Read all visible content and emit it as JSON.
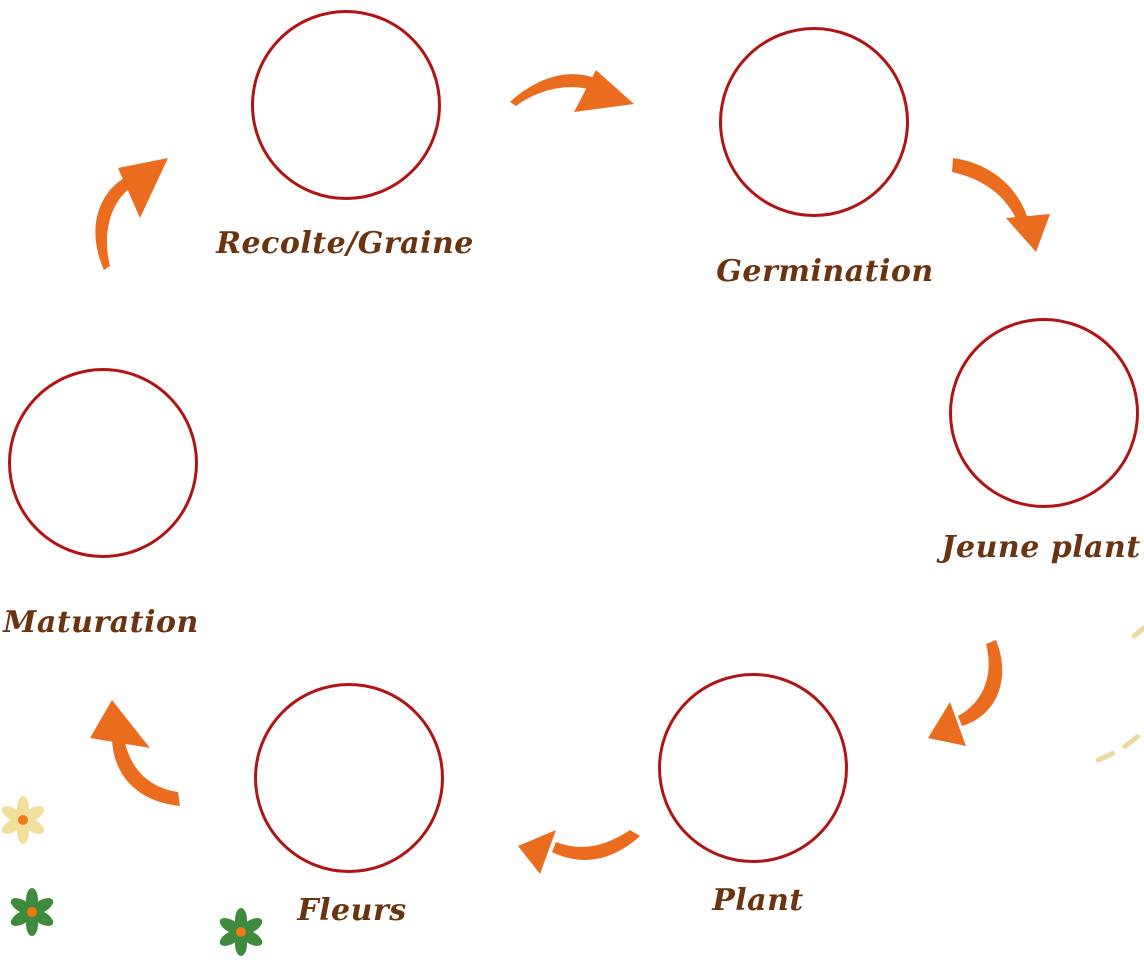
{
  "diagram": {
    "stages": [
      {
        "name": "Recolte/Graine"
      },
      {
        "name": "Germination"
      },
      {
        "name": "Jeune plant"
      },
      {
        "name": "Plant"
      },
      {
        "name": "Fleurs"
      },
      {
        "name": "Maturation"
      }
    ]
  },
  "colors": {
    "circle_stroke": "#b01515",
    "label_text": "#6b3410",
    "arrow_fill": "#ea6c1f",
    "flower_green": "#3e8b3e",
    "flower_yellow": "#f1df9c",
    "flower_center": "#f07a1a",
    "dash": "#ecd9a0"
  }
}
